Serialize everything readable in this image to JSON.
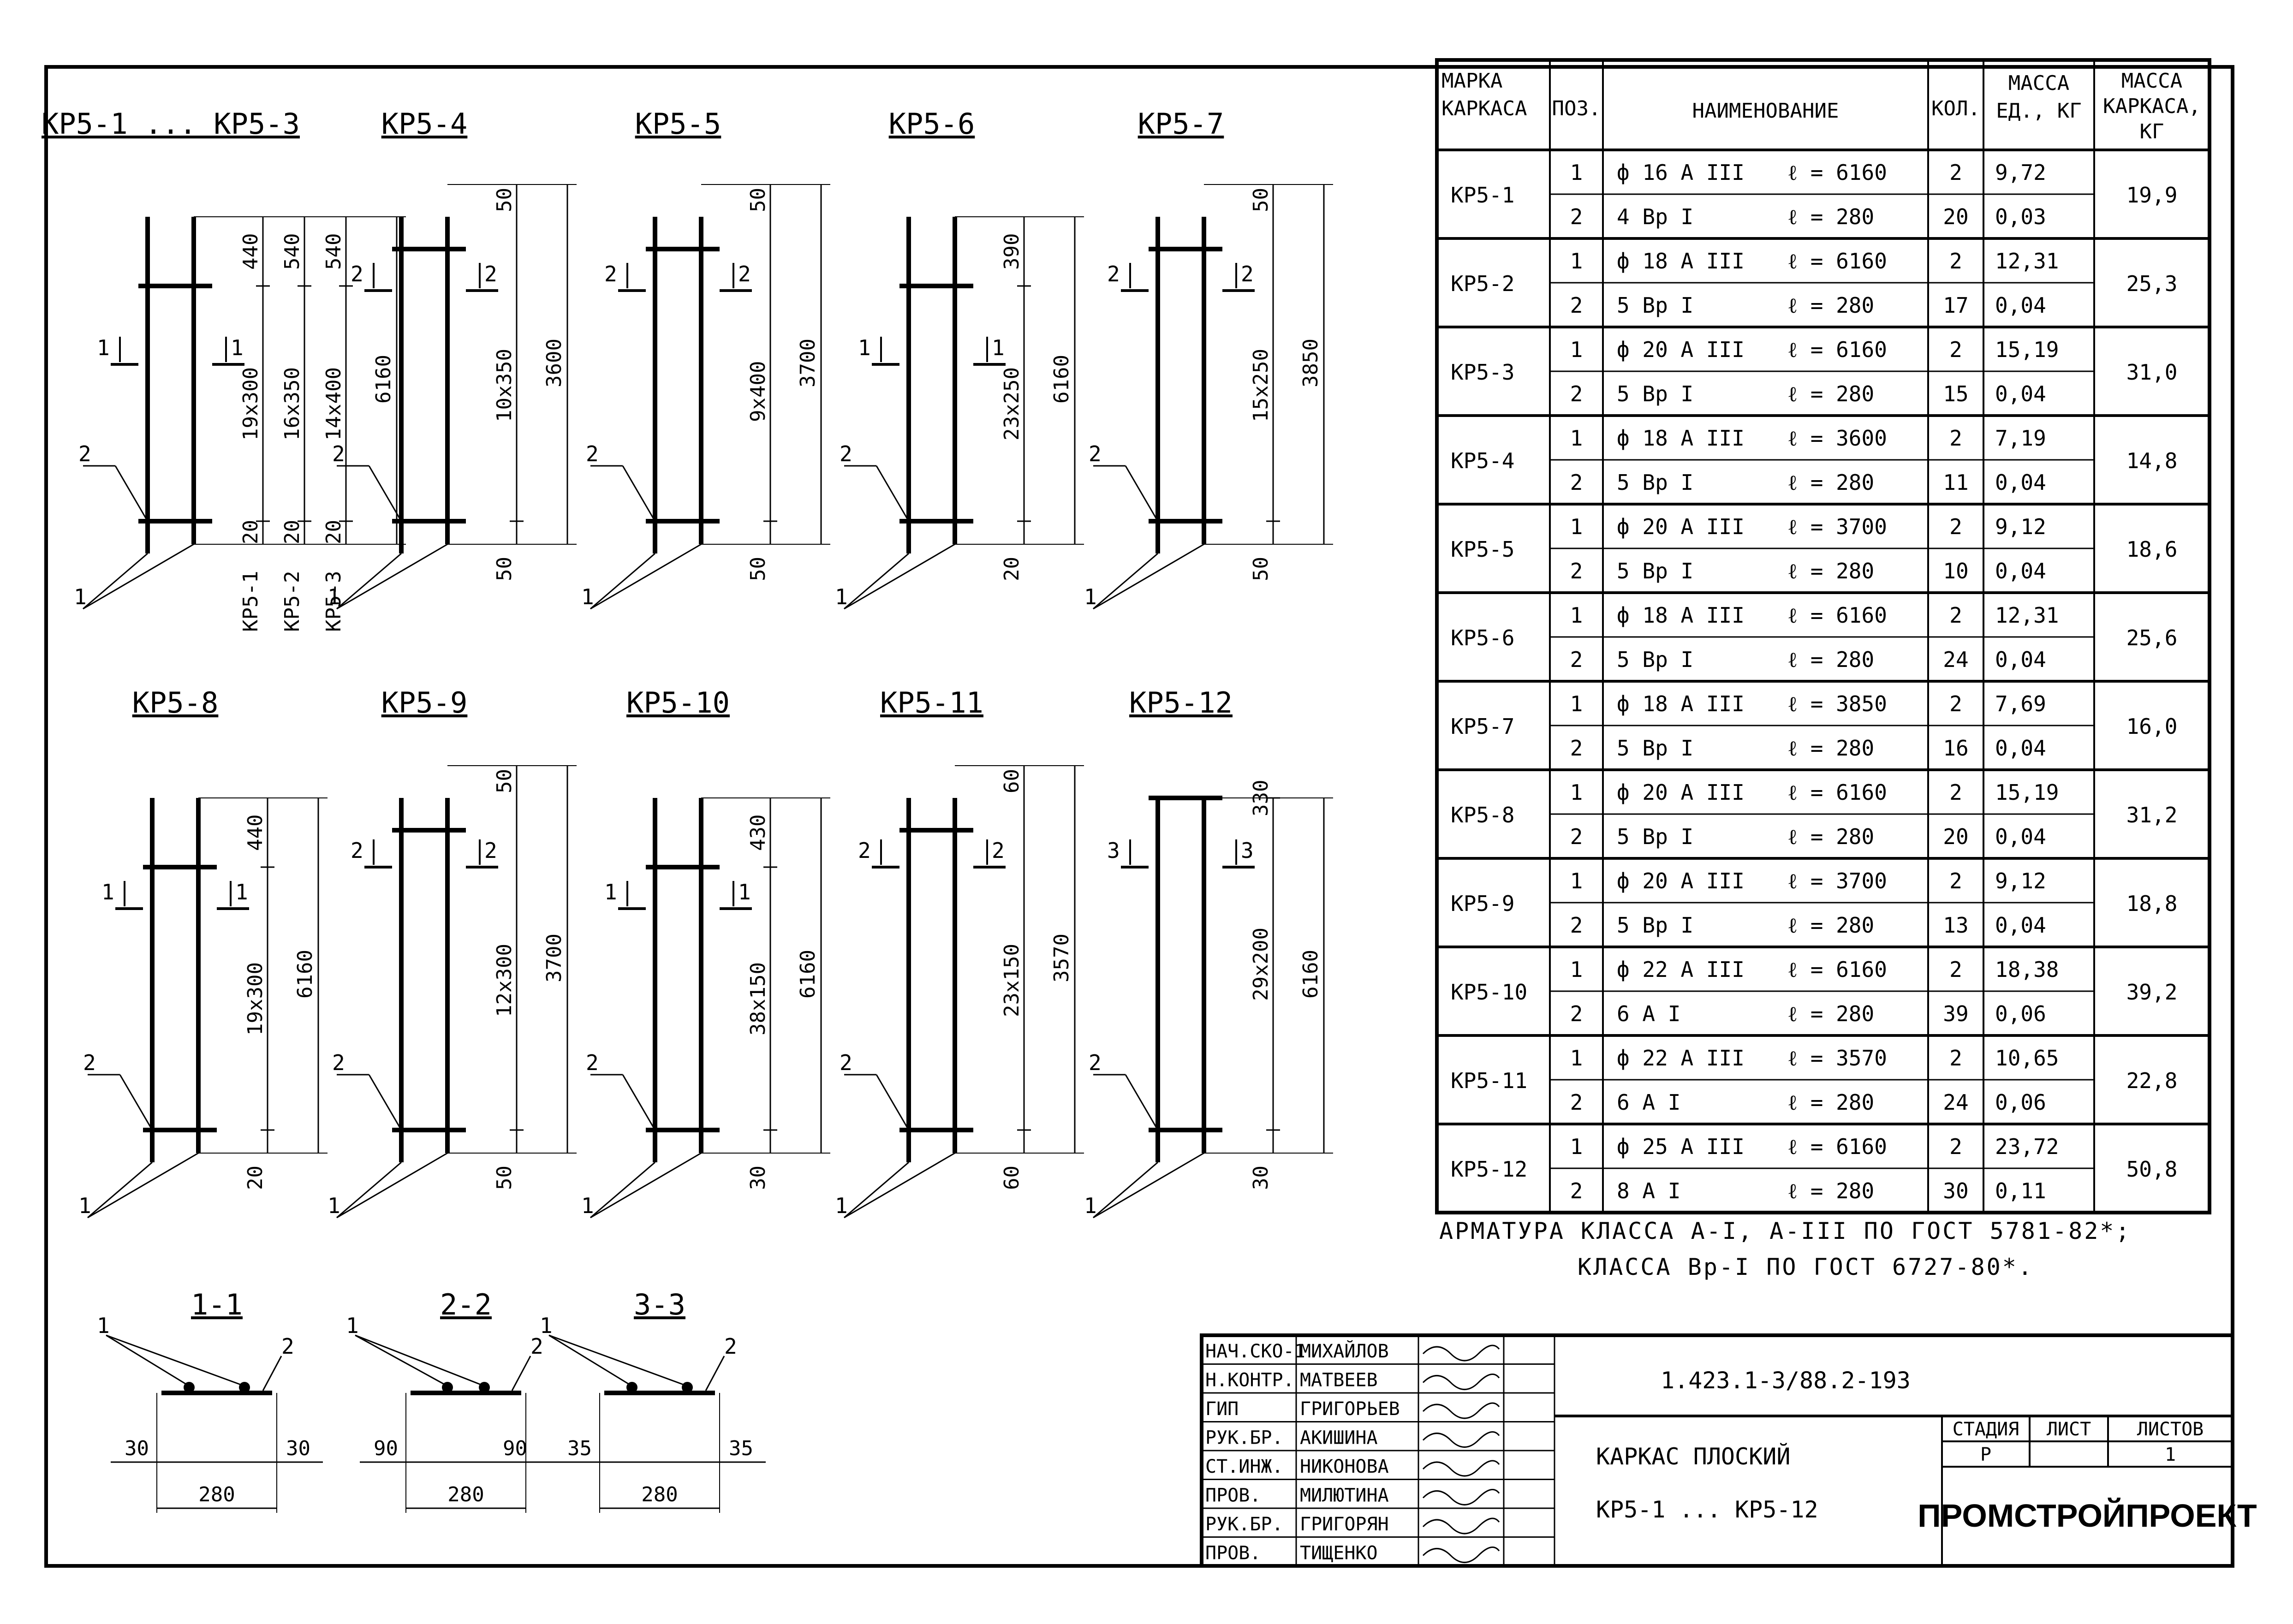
{
  "table": {
    "headers": {
      "mark": [
        "МАРКА",
        "КАРКАСА"
      ],
      "pos": "ПОЗ.",
      "name": "НАИМЕНОВАНИЕ",
      "qty": "КОЛ.",
      "unit_mass": [
        "МАССА",
        "ЕД., КГ"
      ],
      "frame_mass": [
        "МАССА",
        "КАРКАСА,",
        "КГ"
      ]
    },
    "rows": [
      {
        "mark": "КР5-1",
        "total": "19,9",
        "items": [
          {
            "pos": "1",
            "name": "ф 16 А III",
            "len": "ℓ = 6160",
            "qty": "2",
            "mass": "9,72"
          },
          {
            "pos": "2",
            "name": "4 Вр I",
            "len": "ℓ = 280",
            "qty": "20",
            "mass": "0,03"
          }
        ]
      },
      {
        "mark": "КР5-2",
        "total": "25,3",
        "items": [
          {
            "pos": "1",
            "name": "ф 18 А III",
            "len": "ℓ = 6160",
            "qty": "2",
            "mass": "12,31"
          },
          {
            "pos": "2",
            "name": "5 Вр I",
            "len": "ℓ = 280",
            "qty": "17",
            "mass": "0,04"
          }
        ]
      },
      {
        "mark": "КР5-3",
        "total": "31,0",
        "items": [
          {
            "pos": "1",
            "name": "ф 20 А III",
            "len": "ℓ = 6160",
            "qty": "2",
            "mass": "15,19"
          },
          {
            "pos": "2",
            "name": "5 Вр I",
            "len": "ℓ = 280",
            "qty": "15",
            "mass": "0,04"
          }
        ]
      },
      {
        "mark": "КР5-4",
        "total": "14,8",
        "items": [
          {
            "pos": "1",
            "name": "ф 18 А III",
            "len": "ℓ = 3600",
            "qty": "2",
            "mass": "7,19"
          },
          {
            "pos": "2",
            "name": "5 Вр I",
            "len": "ℓ = 280",
            "qty": "11",
            "mass": "0,04"
          }
        ]
      },
      {
        "mark": "КР5-5",
        "total": "18,6",
        "items": [
          {
            "pos": "1",
            "name": "ф 20 А III",
            "len": "ℓ = 3700",
            "qty": "2",
            "mass": "9,12"
          },
          {
            "pos": "2",
            "name": "5 Вр I",
            "len": "ℓ = 280",
            "qty": "10",
            "mass": "0,04"
          }
        ]
      },
      {
        "mark": "КР5-6",
        "total": "25,6",
        "items": [
          {
            "pos": "1",
            "name": "ф 18 А III",
            "len": "ℓ = 6160",
            "qty": "2",
            "mass": "12,31"
          },
          {
            "pos": "2",
            "name": "5 Вр I",
            "len": "ℓ = 280",
            "qty": "24",
            "mass": "0,04"
          }
        ]
      },
      {
        "mark": "КР5-7",
        "total": "16,0",
        "items": [
          {
            "pos": "1",
            "name": "ф 18 А III",
            "len": "ℓ = 3850",
            "qty": "2",
            "mass": "7,69"
          },
          {
            "pos": "2",
            "name": "5 Вр I",
            "len": "ℓ = 280",
            "qty": "16",
            "mass": "0,04"
          }
        ]
      },
      {
        "mark": "КР5-8",
        "total": "31,2",
        "items": [
          {
            "pos": "1",
            "name": "ф 20 А III",
            "len": "ℓ = 6160",
            "qty": "2",
            "mass": "15,19"
          },
          {
            "pos": "2",
            "name": "5 Вр I",
            "len": "ℓ = 280",
            "qty": "20",
            "mass": "0,04"
          }
        ]
      },
      {
        "mark": "КР5-9",
        "total": "18,8",
        "items": [
          {
            "pos": "1",
            "name": "ф 20 А III",
            "len": "ℓ = 3700",
            "qty": "2",
            "mass": "9,12"
          },
          {
            "pos": "2",
            "name": "5 Вр I",
            "len": "ℓ = 280",
            "qty": "13",
            "mass": "0,04"
          }
        ]
      },
      {
        "mark": "КР5-10",
        "total": "39,2",
        "items": [
          {
            "pos": "1",
            "name": "ф 22 А III",
            "len": "ℓ = 6160",
            "qty": "2",
            "mass": "18,38"
          },
          {
            "pos": "2",
            "name": "6 А I",
            "len": "ℓ = 280",
            "qty": "39",
            "mass": "0,06"
          }
        ]
      },
      {
        "mark": "КР5-11",
        "total": "22,8",
        "items": [
          {
            "pos": "1",
            "name": "ф 22 А III",
            "len": "ℓ = 3570",
            "qty": "2",
            "mass": "10,65"
          },
          {
            "pos": "2",
            "name": "6 А I",
            "len": "ℓ = 280",
            "qty": "24",
            "mass": "0,06"
          }
        ]
      },
      {
        "mark": "КР5-12",
        "total": "50,8",
        "items": [
          {
            "pos": "1",
            "name": "ф 25 А III",
            "len": "ℓ = 6160",
            "qty": "2",
            "mass": "23,72"
          },
          {
            "pos": "2",
            "name": "8 А I",
            "len": "ℓ = 280",
            "qty": "30",
            "mass": "0,11"
          }
        ]
      }
    ]
  },
  "notes": {
    "line1": "АРМАТУРА КЛАССА А-I, А-III ПО ГОСТ 5781-82*;",
    "line2": "КЛАССА Вр-I ПО ГОСТ 6727-80*."
  },
  "frames": [
    {
      "title": "КР5-1 ... КР5-3",
      "top": "",
      "bottom": "20",
      "spacing": [
        "19х300",
        "16х350",
        "14х400"
      ],
      "upper": [
        "440",
        "540",
        "540"
      ],
      "overall": "6160",
      "section": "1",
      "sub_marks": [
        "КР5-1",
        "КР5-2",
        "КР5-3"
      ]
    },
    {
      "title": "КР5-4",
      "top": "50",
      "bottom": "50",
      "spacing": [
        "10х350"
      ],
      "upper": [],
      "overall": "3600",
      "section": "2"
    },
    {
      "title": "КР5-5",
      "top": "50",
      "bottom": "50",
      "spacing": [
        "9х400"
      ],
      "upper": [],
      "overall": "3700",
      "section": "2"
    },
    {
      "title": "КР5-6",
      "top": "",
      "bottom": "20",
      "spacing": [
        "23х250"
      ],
      "upper": [
        "390"
      ],
      "overall": "6160",
      "section": "1"
    },
    {
      "title": "КР5-7",
      "top": "50",
      "bottom": "50",
      "spacing": [
        "15х250"
      ],
      "upper": [],
      "overall": "3850",
      "section": "2"
    },
    {
      "title": "КР5-8",
      "top": "",
      "bottom": "20",
      "spacing": [
        "19х300"
      ],
      "upper": [
        "440"
      ],
      "overall": "6160",
      "section": "1"
    },
    {
      "title": "КР5-9",
      "top": "50",
      "bottom": "50",
      "spacing": [
        "12х300"
      ],
      "upper": [],
      "overall": "3700",
      "section": "2"
    },
    {
      "title": "КР5-10",
      "top": "",
      "bottom": "30",
      "spacing": [
        "38х150"
      ],
      "upper": [
        "430"
      ],
      "overall": "6160",
      "section": "1"
    },
    {
      "title": "КР5-11",
      "top": "60",
      "bottom": "60",
      "spacing": [
        "23х150"
      ],
      "upper": [],
      "overall": "3570",
      "section": "2"
    },
    {
      "title": "КР5-12",
      "top": "",
      "bottom": "30",
      "spacing": [
        "29х200"
      ],
      "upper": [
        "330"
      ],
      "overall": "6160",
      "section": "3"
    }
  ],
  "sections": [
    {
      "title": "1-1",
      "edge": "30",
      "inner": "",
      "width": "280"
    },
    {
      "title": "2-2",
      "edge": "90",
      "inner": "90",
      "width": "280"
    },
    {
      "title": "3-3",
      "edge": "35",
      "inner": "",
      "width": "280"
    }
  ],
  "pos_labels": {
    "bar": "1",
    "cross": "2"
  },
  "stamp": {
    "rows": [
      {
        "role": "НАЧ.СКО-1",
        "name": "МИХАЙЛОВ"
      },
      {
        "role": "Н.КОНТР.",
        "name": "МАТВЕЕВ"
      },
      {
        "role": "ГИП",
        "name": "ГРИГОРЬЕВ"
      },
      {
        "role": "РУК.БР.",
        "name": "АКИШИНА"
      },
      {
        "role": "СТ.ИНЖ.",
        "name": "НИКОНОВА"
      },
      {
        "role": "ПРОВ.",
        "name": "МИЛЮТИНА"
      },
      {
        "role": "РУК.БР.",
        "name": "ГРИГОРЯН"
      },
      {
        "role": "ПРОВ.",
        "name": "ТИЩЕНКО"
      }
    ],
    "doc_code": "1.423.1-3/88.2-193",
    "title_line1": "КАРКАС ПЛОСКИЙ",
    "title_line2": "КР5-1 ... КР5-12",
    "stage_label": "СТАДИЯ",
    "sheet_label": "ЛИСТ",
    "sheets_label": "ЛИСТОВ",
    "stage": "Р",
    "sheet": "",
    "sheets": "1",
    "org": "ПРОМСТРОЙПРОЕКТ"
  }
}
